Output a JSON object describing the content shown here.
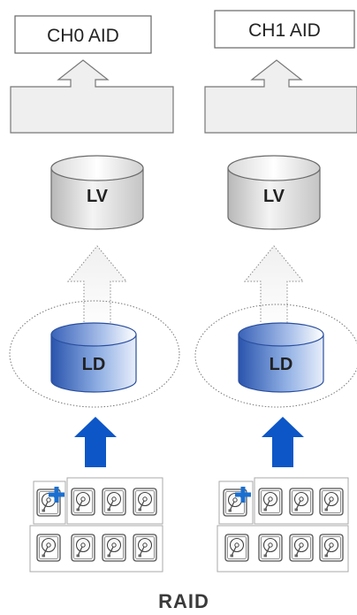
{
  "diagram": {
    "channels": [
      {
        "id": "ch0",
        "aid_label": "CH0 AID",
        "volume_label": "LV",
        "disk_group_label": "LD",
        "hot_spare_count": 1,
        "drive_count": 7
      },
      {
        "id": "ch1",
        "aid_label": "CH1 AID",
        "volume_label": "LV",
        "disk_group_label": "LD",
        "hot_spare_count": 1,
        "drive_count": 7
      }
    ],
    "footer_label": "RAID",
    "colors": {
      "ld_blue": "#2f5fb8",
      "arrow_blue": "#0c56c8",
      "plus_blue": "#1b6fd0",
      "outline": "#777777"
    }
  }
}
